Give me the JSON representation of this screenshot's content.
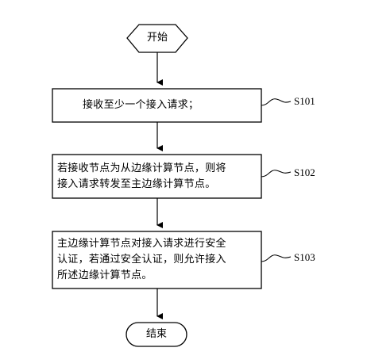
{
  "start": {
    "label": "开始"
  },
  "end": {
    "label": "结束"
  },
  "steps": [
    {
      "id": "S101",
      "lines": [
        "接收至少一个接入请求；"
      ]
    },
    {
      "id": "S102",
      "lines": [
        "若接收节点为从边缘计算节点，则将",
        "接入请求转发至主边缘计算节点。"
      ]
    },
    {
      "id": "S103",
      "lines": [
        "主边缘计算节点对接入请求进行安全",
        "认证，若通过安全认证，则允许接入",
        "所述边缘计算节点。"
      ]
    }
  ]
}
